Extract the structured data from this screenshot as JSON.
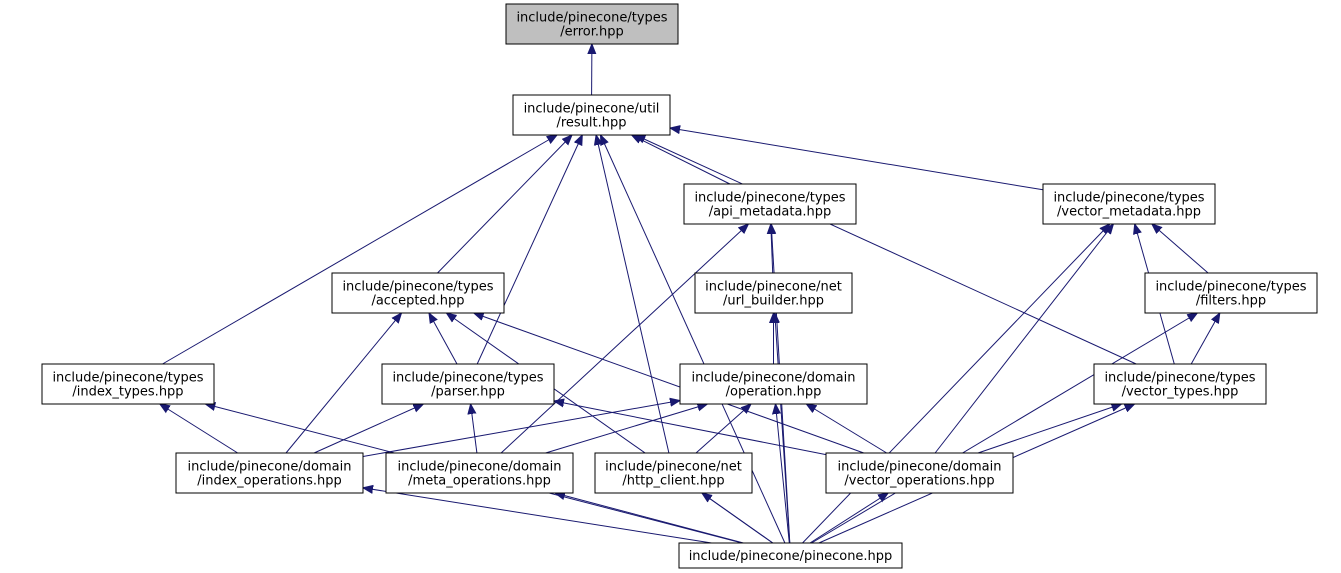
{
  "graph": {
    "nodes": {
      "error": {
        "lines": [
          "include/pinecone/types",
          "/error.hpp"
        ],
        "current": true
      },
      "result": {
        "lines": [
          "include/pinecone/util",
          "/result.hpp"
        ]
      },
      "apimeta": {
        "lines": [
          "include/pinecone/types",
          "/api_metadata.hpp"
        ]
      },
      "vecmeta": {
        "lines": [
          "include/pinecone/types",
          "/vector_metadata.hpp"
        ]
      },
      "accepted": {
        "lines": [
          "include/pinecone/types",
          "/accepted.hpp"
        ]
      },
      "urlb": {
        "lines": [
          "include/pinecone/net",
          "/url_builder.hpp"
        ]
      },
      "filters": {
        "lines": [
          "include/pinecone/types",
          "/filters.hpp"
        ]
      },
      "idxtypes": {
        "lines": [
          "include/pinecone/types",
          "/index_types.hpp"
        ]
      },
      "parser": {
        "lines": [
          "include/pinecone/types",
          "/parser.hpp"
        ]
      },
      "op": {
        "lines": [
          "include/pinecone/domain",
          "/operation.hpp"
        ]
      },
      "vectypes": {
        "lines": [
          "include/pinecone/types",
          "/vector_types.hpp"
        ]
      },
      "idxops": {
        "lines": [
          "include/pinecone/domain",
          "/index_operations.hpp"
        ]
      },
      "metaops": {
        "lines": [
          "include/pinecone/domain",
          "/meta_operations.hpp"
        ]
      },
      "http": {
        "lines": [
          "include/pinecone/net",
          "/http_client.hpp"
        ]
      },
      "vecops": {
        "lines": [
          "include/pinecone/domain",
          "/vector_operations.hpp"
        ]
      },
      "pinecone": {
        "lines": [
          "include/pinecone/pinecone.hpp"
        ]
      }
    },
    "edges": [
      [
        "result",
        "error"
      ],
      [
        "apimeta",
        "result"
      ],
      [
        "vecmeta",
        "result"
      ],
      [
        "accepted",
        "result"
      ],
      [
        "idxtypes",
        "result"
      ],
      [
        "parser",
        "result"
      ],
      [
        "http",
        "result"
      ],
      [
        "vectypes",
        "result"
      ],
      [
        "pinecone",
        "result"
      ],
      [
        "urlb",
        "apimeta"
      ],
      [
        "metaops",
        "apimeta"
      ],
      [
        "pinecone",
        "apimeta"
      ],
      [
        "filters",
        "vecmeta"
      ],
      [
        "vectypes",
        "vecmeta"
      ],
      [
        "vecops",
        "vecmeta"
      ],
      [
        "pinecone",
        "vecmeta"
      ],
      [
        "parser",
        "accepted"
      ],
      [
        "idxops",
        "accepted"
      ],
      [
        "vecops",
        "accepted"
      ],
      [
        "pinecone",
        "accepted"
      ],
      [
        "op",
        "urlb"
      ],
      [
        "pinecone",
        "urlb"
      ],
      [
        "vectypes",
        "filters"
      ],
      [
        "pinecone",
        "filters"
      ],
      [
        "idxops",
        "idxtypes"
      ],
      [
        "pinecone",
        "idxtypes"
      ],
      [
        "idxops",
        "parser"
      ],
      [
        "metaops",
        "parser"
      ],
      [
        "vecops",
        "parser"
      ],
      [
        "idxops",
        "op"
      ],
      [
        "metaops",
        "op"
      ],
      [
        "http",
        "op"
      ],
      [
        "vecops",
        "op"
      ],
      [
        "pinecone",
        "op"
      ],
      [
        "vecops",
        "vectypes"
      ],
      [
        "pinecone",
        "vectypes"
      ],
      [
        "pinecone",
        "idxops"
      ],
      [
        "pinecone",
        "metaops"
      ],
      [
        "pinecone",
        "http"
      ],
      [
        "pinecone",
        "vecops"
      ]
    ]
  }
}
